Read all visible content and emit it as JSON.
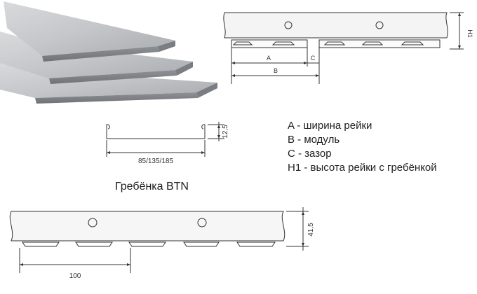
{
  "dimensions": {
    "a": "A",
    "b": "B",
    "c": "C",
    "h1": "H1",
    "profile_height": "12,5",
    "profile_widths": "85/135/185",
    "comb_height": "41,5",
    "comb_pitch": "100"
  },
  "legend": [
    "A - ширина рейки",
    "B - модуль",
    "C - зазор",
    "H1 - высота рейки с гребёнкой"
  ],
  "comb_title": "Гребёнка BTN"
}
